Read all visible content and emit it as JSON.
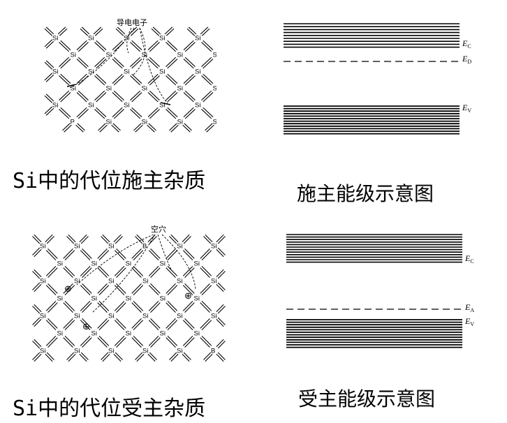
{
  "donor_lattice": {
    "caption": "Si中的代位施主杂质",
    "annotation": "导电电子",
    "atom_si": "Si",
    "atom_p": "P"
  },
  "donor_levels": {
    "caption": "施主能级示意图",
    "ec_main": "E",
    "ec_sub": "C",
    "ed_main": "E",
    "ed_sub": "D",
    "ev_main": "E",
    "ev_sub": "V"
  },
  "acceptor_lattice": {
    "caption": "Si中的代位受主杂质",
    "annotation": "空穴",
    "atom_si": "Si",
    "atom_b": "B",
    "hole_symbol": "⊕"
  },
  "acceptor_levels": {
    "caption": "受主能级示意图",
    "ec_main": "E",
    "ec_sub": "C",
    "ea_main": "E",
    "ea_sub": "A",
    "ev_main": "E",
    "ev_sub": "V"
  }
}
